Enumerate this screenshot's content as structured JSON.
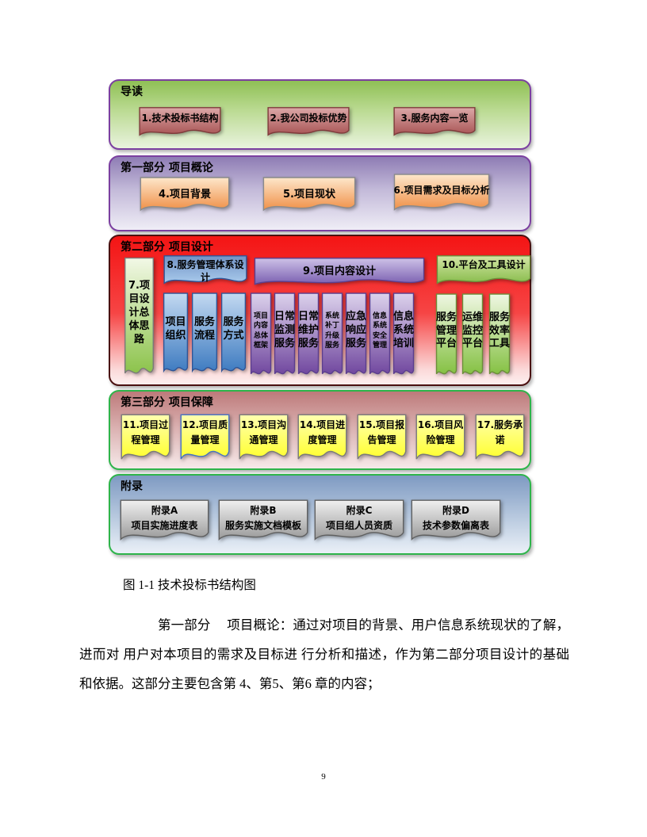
{
  "diagram": {
    "intro": {
      "title": "导读",
      "items": [
        "1.技术投标书结构",
        "2.我公司投标优势",
        "3.服务内容一览"
      ]
    },
    "part1": {
      "title": "第一部分 项目概论",
      "items": [
        "4.项目背景",
        "5.项目现状",
        "6.项目需求及目标分析"
      ]
    },
    "part2": {
      "title": "第二部分 项目设计",
      "overall": "7.项目设计总体思路",
      "service_mgmt": {
        "header": "8.服务管理体系设计",
        "items": [
          "项目组织",
          "服务流程",
          "服务方式"
        ]
      },
      "content_design": {
        "header": "9.项目内容设计",
        "items": [
          "项目内容总体框架",
          "日常监测服务",
          "日常维护服务",
          "系统补丁升级服务",
          "应急响应服务",
          "信息系统安全管理",
          "信息系统培训"
        ]
      },
      "platform": {
        "header": "10.平台及工具设计",
        "items": [
          "服务管理平台",
          "运维监控平台",
          "服务效率工具"
        ]
      }
    },
    "part3": {
      "title": "第三部分 项目保障",
      "items": [
        "11.项目过程管理",
        "12.项目质量管理",
        "13.项目沟通管理",
        "14.项目进度管理",
        "15.项目报告管理",
        "16.项目风险管理",
        "17.服务承诺"
      ]
    },
    "appendix": {
      "title": "附录",
      "items": [
        {
          "label": "附录A",
          "desc": "项目实施进度表"
        },
        {
          "label": "附录B",
          "desc": "服务实施文档模板"
        },
        {
          "label": "附录C",
          "desc": "项目组人员资质"
        },
        {
          "label": "附录D",
          "desc": "技术参数偏离表"
        }
      ]
    }
  },
  "caption": "图 1-1 技术投标书结构图",
  "body_paragraph": "第一部分　 项目概论：通过对项目的背景、用户信息系统现状的了解，进而对 用户对本项目的需求及目标进 行分析和描述，作为第二部分项目设计的基础和依据。这部分主要包含第 4、第5、第6 章的内容；",
  "page_number": "9",
  "colors": {
    "intro_bg": "#8FC055",
    "intro_border": "#7B3FA0",
    "part1_bg": "#8E7CB4",
    "part1_border": "#7B3FA0",
    "part2_bg": "#F41414",
    "part3_bg": "#BD7A7A",
    "part3_border": "#2EB44A",
    "appendix_bg": "#7E9AC2",
    "item_rose": "#B25C5C",
    "item_orange": "#F09048",
    "item_blue": "#3F7CC1",
    "item_purple": "#71489F",
    "item_green": "#85C143",
    "item_yellow": "#FFFF3D",
    "item_gray": "#9A9A9A"
  }
}
